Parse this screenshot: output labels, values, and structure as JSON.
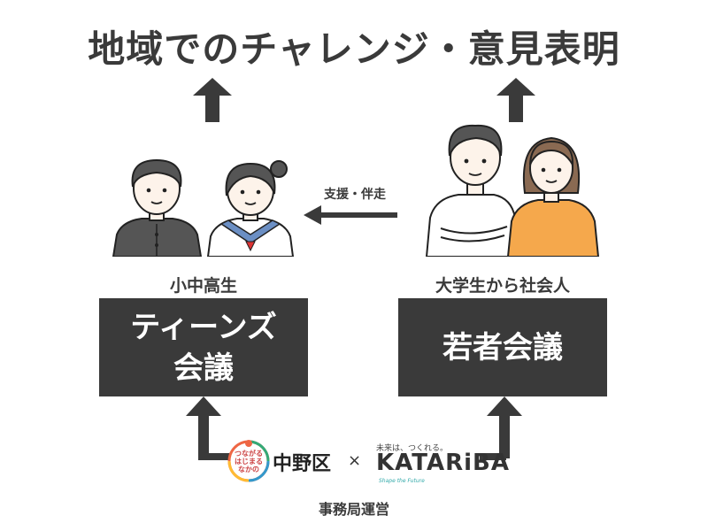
{
  "title": "地域でのチャレンジ・意見表明",
  "left_group": {
    "label": "小中高生",
    "box_line1": "ティーンズ",
    "box_line2": "会議"
  },
  "right_group": {
    "label": "大学生から社会人",
    "box_label": "若者会議"
  },
  "support_label": "支援・伴走",
  "footer": {
    "nakano_logo_text": "つながる はじまる なかの",
    "nakano_name": "中野区",
    "times_symbol": "×",
    "katariba_small": "未来は、つくれる。",
    "katariba_name": "KATARiBA",
    "katariba_tagline": "Shape the Future",
    "office_label": "事務局運営"
  },
  "colors": {
    "dark": "#3a3a3a",
    "arrow": "#3a3a3a",
    "orange": "#f5a84c",
    "skin": "#fdf3ea"
  }
}
